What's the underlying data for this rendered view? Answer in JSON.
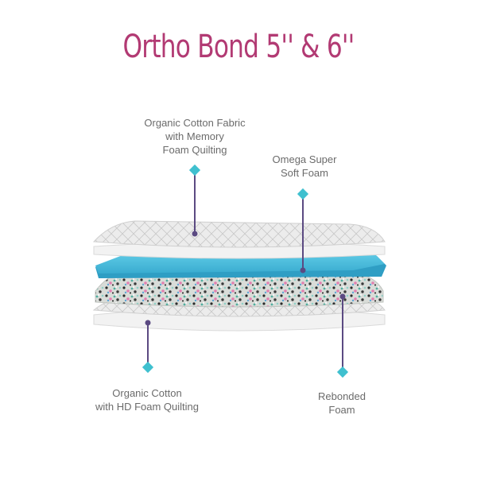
{
  "title": "Ortho Bond 5'' & 6''",
  "colors": {
    "title": "#b23a73",
    "label_text": "#6b6b6b",
    "pointer_dot": "#3fc0cf",
    "pointer_line": "#5b4a82",
    "blue_foam": "#43b9d8",
    "quilt": "#e8e8e8"
  },
  "layers": [
    {
      "id": "top-quilt",
      "lines": [
        "Organic Cotton Fabric",
        "with Memory",
        "Foam Quilting"
      ]
    },
    {
      "id": "blue-foam",
      "lines": [
        "Omega Super",
        "Soft Foam"
      ]
    },
    {
      "id": "rebonded",
      "lines": [
        "Rebonded",
        "Foam"
      ]
    },
    {
      "id": "bottom-quilt",
      "lines": [
        "Organic Cotton",
        "with HD Foam Quilting"
      ]
    }
  ]
}
